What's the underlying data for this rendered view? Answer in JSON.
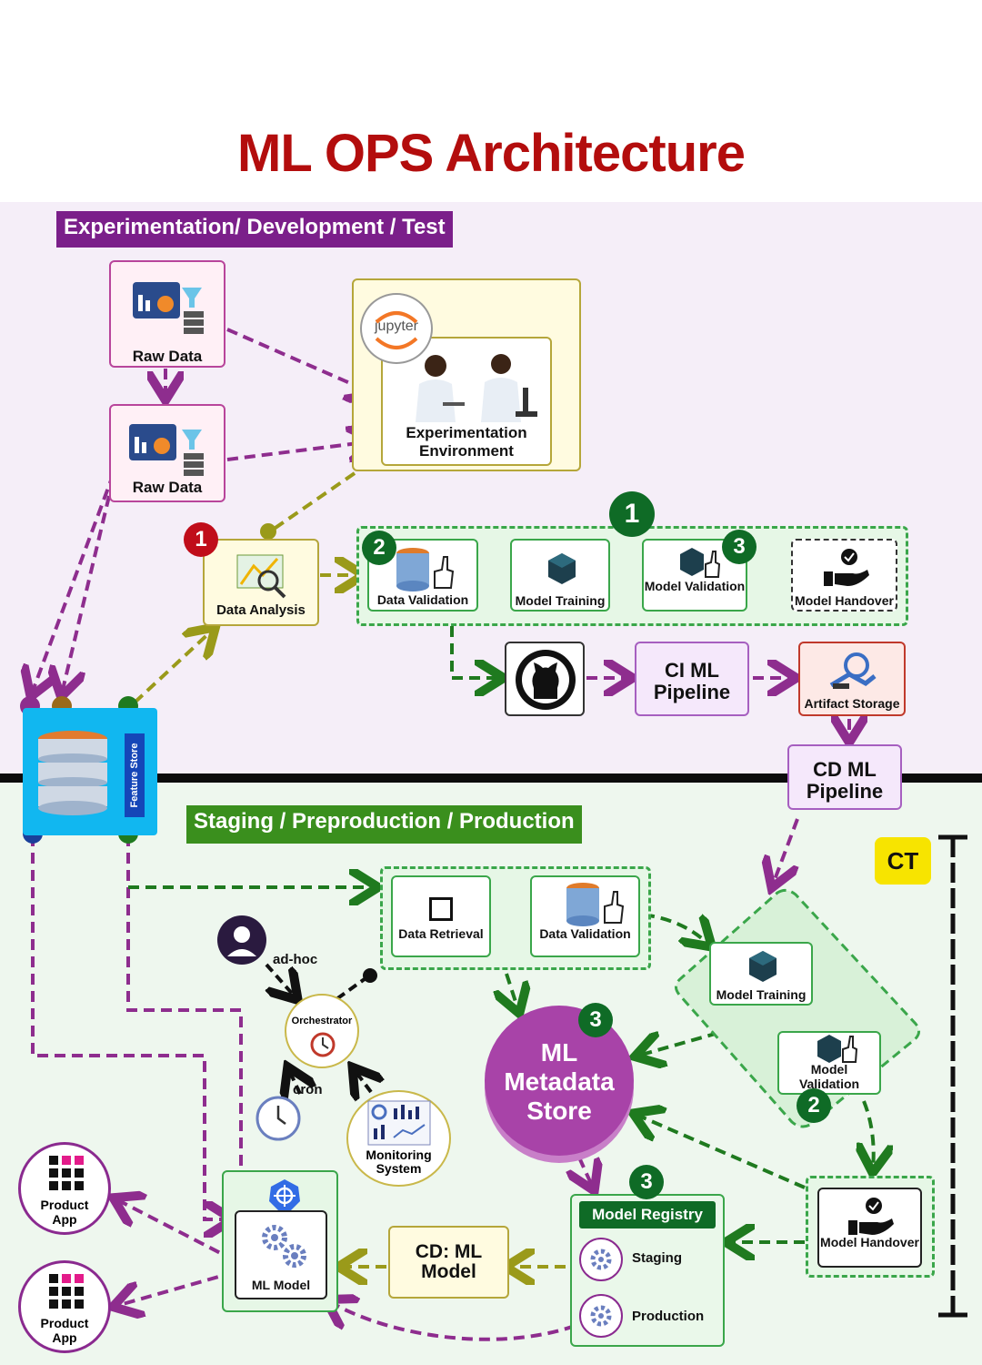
{
  "title": "ML OPS Architecture",
  "sections": {
    "experimentation": "Experimentation/ Development / Test",
    "production": "Staging / Preproduction / Production"
  },
  "exp": {
    "raw_data_1": "Raw Data",
    "raw_data_2": "Raw Data",
    "jupyter": "jupyter",
    "environment": "Experimentation Environment",
    "data_analysis": "Data Analysis",
    "data_validation": "Data Validation",
    "model_training": "Model Training",
    "model_validation": "Model Validation",
    "model_handover": "Model Handover",
    "ci_pipeline": "CI ML Pipeline",
    "artifact_storage": "Artifact Storage",
    "cd_pipeline": "CD ML Pipeline",
    "feature_store": "Feature Store",
    "badge_1_red": "1",
    "badge_1_green": "1",
    "badge_2": "2",
    "badge_3": "3"
  },
  "prod": {
    "data_retrieval": "Data Retrieval",
    "data_validation": "Data Validation",
    "model_training": "Model Training",
    "model_validation": "Model Validation",
    "metadata_store": "ML Metadata Store",
    "model_registry": "Model Registry",
    "staging": "Staging",
    "production": "Production",
    "model_handover": "Model Handover",
    "cd_model": "CD: ML Model",
    "ml_model": "ML Model",
    "orchestrator": "Orchestrator",
    "ad_hoc": "ad-hoc",
    "cron": "cron",
    "monitoring": "Monitoring System",
    "product_app_1": "Product App",
    "product_app_2": "Product App",
    "ct": "CT",
    "badge_3_store": "3",
    "badge_3_registry": "3",
    "badge_2": "2"
  },
  "colors": {
    "title": "#b30d0d",
    "exp_label_bg": "#7b1f8a",
    "prod_label_bg": "#3a8f1d",
    "purple_arrow": "#8e2d8e",
    "green_arrow": "#1f7a1f",
    "olive_arrow": "#9a9a1a",
    "metadata_store": "#a843a8",
    "feature_store": "#11b7f0",
    "ct_badge": "#f7e400"
  }
}
